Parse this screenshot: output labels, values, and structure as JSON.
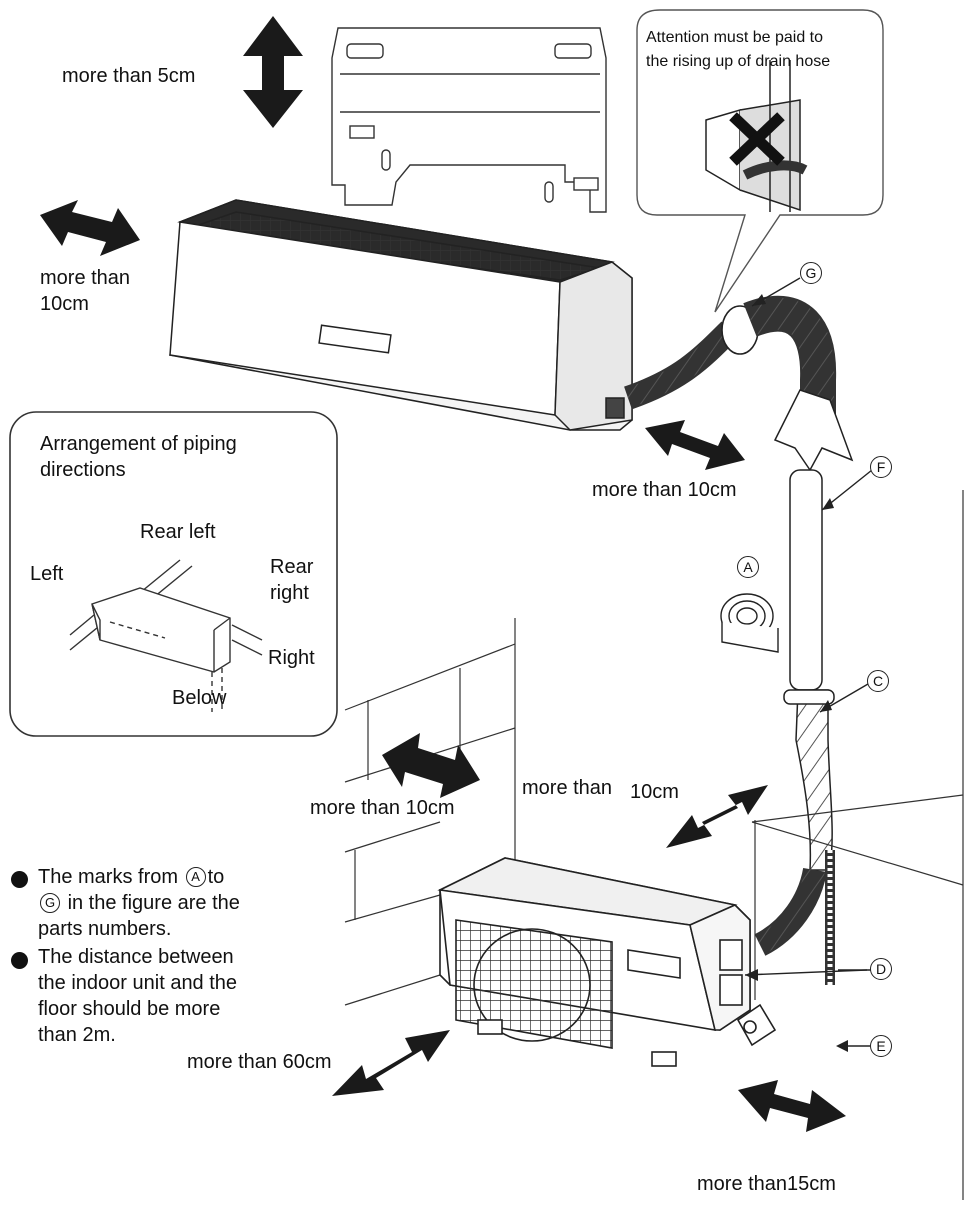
{
  "callout": {
    "line1": "Attention must be paid to",
    "line2": "the rising up of drain hose"
  },
  "clearances": {
    "top": "more than 5cm",
    "left_line1": "more than",
    "left_line2": "10cm",
    "right_indoor": "more than 10cm",
    "wall": "more than 10cm",
    "outdoor_top": "more than",
    "outdoor_top_value": "10cm",
    "outdoor_front": "more than 60cm",
    "outdoor_right": "more than15cm"
  },
  "piping": {
    "title_line1": "Arrangement of piping",
    "title_line2": "directions",
    "rear_left": "Rear left",
    "left": "Left",
    "rear_right_line1": "Rear",
    "rear_right_line2": "right",
    "right": "Right",
    "below": "Below"
  },
  "parts": {
    "A": "A",
    "C": "C",
    "D": "D",
    "E": "E",
    "F": "F",
    "G": "G"
  },
  "notes": {
    "n1_pre": "The marks from",
    "n1_to": "to",
    "n1_line2": "in the figure are the",
    "n1_line3": "parts numbers.",
    "n2_line1": "The distance between",
    "n2_line2": "the indoor unit and the",
    "n2_line3": "floor should be more",
    "n2_line4": "than 2m."
  }
}
